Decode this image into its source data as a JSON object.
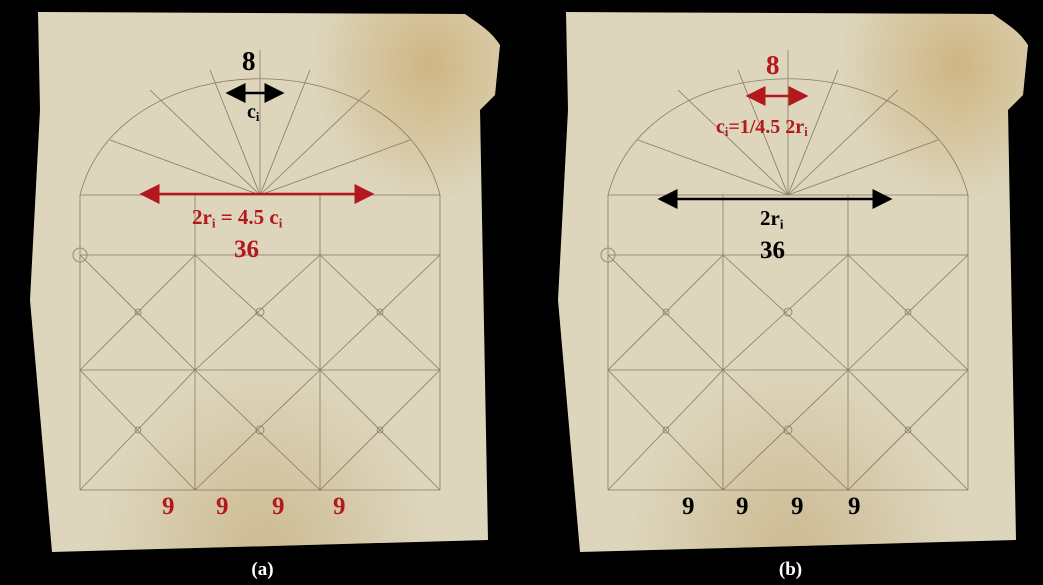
{
  "colors": {
    "accent": "#b3181c",
    "ink": "#000000",
    "parchment": "#ddd5bc",
    "background": "#000000"
  },
  "panels": [
    {
      "caption": "(a)",
      "top_number": "8",
      "top_formula": {
        "main": "c",
        "sub": "i",
        "rest": ""
      },
      "mid_formula": {
        "main": "2r",
        "sub": "i",
        "rest": " = 4.5 c",
        "sub2": "i"
      },
      "mid_number": "36",
      "bottom_numbers": [
        "9",
        "9",
        "9",
        "9"
      ]
    },
    {
      "caption": "(b)",
      "top_number": "8",
      "top_formula": {
        "main": "c",
        "sub": "i",
        "rest": "=1/4.5 2r",
        "sub2": "i"
      },
      "mid_formula": {
        "main": "2r",
        "sub": "i"
      },
      "mid_number": "36",
      "bottom_numbers": [
        "9",
        "9",
        "9",
        "9"
      ]
    }
  ]
}
